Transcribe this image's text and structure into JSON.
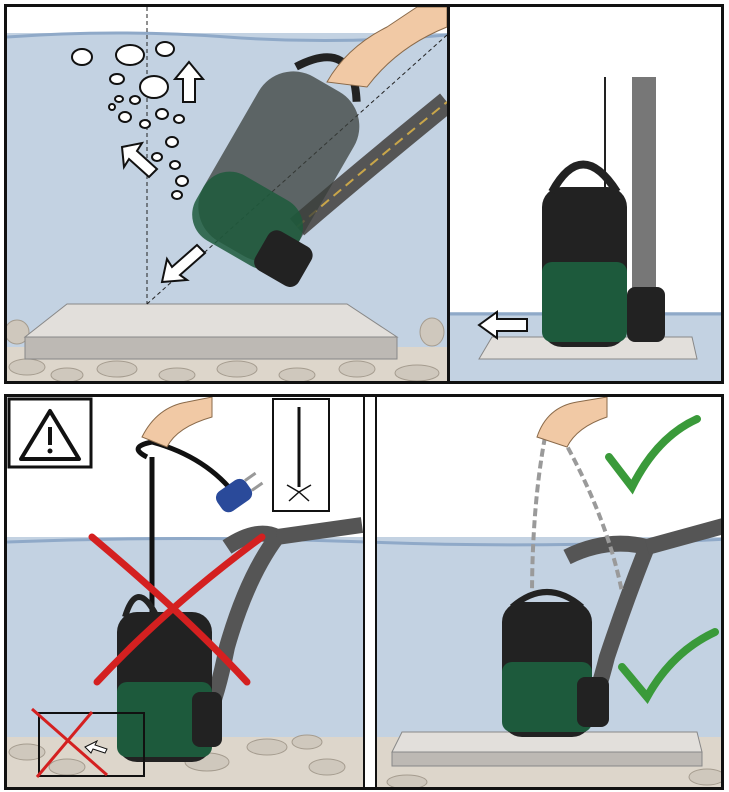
{
  "colors": {
    "water": "#b7c8dc",
    "water_surface": "#8fa9c8",
    "pump_body": "#1f1f1f",
    "pump_base": "#1d5a3c",
    "plate": "#d6d3cf",
    "stones": "#cfc8bd",
    "hose": "#555555",
    "cross_mark": "#d42020",
    "check_mark": "#3a9a3a",
    "chain": "#9a9a9a",
    "frame": "#111111"
  },
  "panels": [
    {
      "id": "tilted-insertion",
      "icons": [
        "air-bubbles-icon",
        "arrow-up-icon",
        "arrow-down-left-icon",
        "hand-icon",
        "submersible-pump-icon",
        "hose-icon"
      ]
    },
    {
      "id": "pump-on-plate",
      "icons": [
        "arrow-left-icon",
        "submersible-pump-icon",
        "hose-icon"
      ]
    },
    {
      "id": "wrong-handling",
      "icons": [
        "warning-triangle-icon",
        "cable-plug-icon",
        "damaged-cable-icon",
        "cross-icon",
        "submersible-pump-icon"
      ]
    },
    {
      "id": "correct-handling",
      "icons": [
        "chain-icon",
        "hand-icon",
        "check-icon",
        "submersible-pump-icon"
      ]
    }
  ]
}
